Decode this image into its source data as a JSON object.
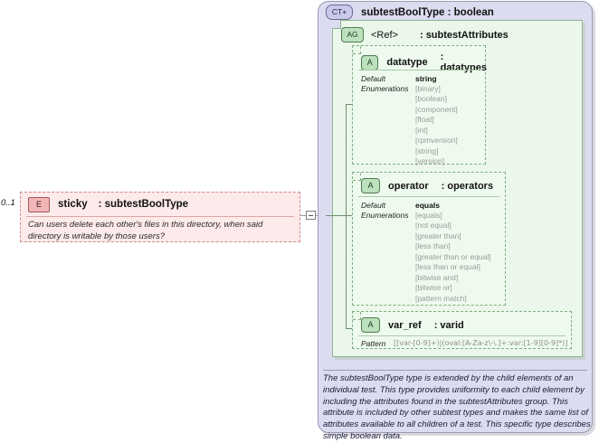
{
  "element": {
    "badge": "E",
    "name": "sticky",
    "separator": ": ",
    "type": "subtestBoolType",
    "name_and_type": "sticky",
    "type_label": ": subtestBoolType",
    "cardinality": "0..1",
    "documentation": "Can users delete each other's files in this directory, when said directory is writable by those users?"
  },
  "complex_type": {
    "badge": "CT",
    "badge_expand": "+",
    "title": ": subtestBoolType",
    "title_full": "subtestBoolType : boolean"
  },
  "attribute_group": {
    "badge": "AG",
    "ref": "<Ref>",
    "type": ": subtestAttributes"
  },
  "attributes": [
    {
      "badge": "A",
      "name": "datatype",
      "type": ": datatypes",
      "facet_label_line1": "Default",
      "facet_label_line2": "Enumerations",
      "default": "string",
      "enumerations": [
        "[binary]",
        "[boolean]",
        "[component]",
        "[float]",
        "[int]",
        "[rpmversion]",
        "[string]",
        "[version]"
      ]
    },
    {
      "badge": "A",
      "name": "operator",
      "type": ": operators",
      "facet_label_line1": "Default",
      "facet_label_line2": "Enumerations",
      "default": "equals",
      "enumerations": [
        "[equals]",
        "[not equal]",
        "[greater than]",
        "[less than]",
        "[greater than or equal]",
        "[less than or equal]",
        "[bitwise and]",
        "[bitwise or]",
        "[pattern match]"
      ]
    },
    {
      "badge": "A",
      "name": "var_ref",
      "type": ": varid",
      "facet_label_line1": "Pattern",
      "pattern": "[[var-[0-9]+)|(oval:[A-Za-z\\-\\.]+:var:[1-9][0-9]*)]"
    }
  ],
  "annotation": "The subtestBoolType type is extended by the child elements of an individual test.  This type provides uniformity to each child element by including the attributes found in the subtestAttributes group.  This attribute is included by other subtest types and makes the same list of attributes available to all children of a test.  This specific type describes simple boolean data.",
  "colors": {
    "element_fill": "#fdeaea",
    "element_border": "#d08a8a",
    "complextype_fill": "#dcdcf0",
    "group_fill": "#eaf7ea",
    "attribute_fill": "#effaef",
    "enum_text": "#9a9a9a"
  }
}
